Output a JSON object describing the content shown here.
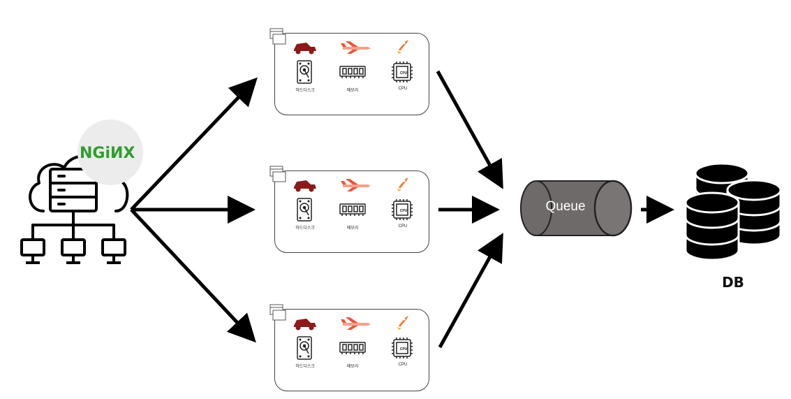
{
  "load_balancer": {
    "logo_text": "NGiИX"
  },
  "servers": [
    {
      "disk_label": "하드디스크",
      "memory_label": "메모리",
      "cpu_label": "CPU",
      "cpu_chip_text": "CPU"
    },
    {
      "disk_label": "하드디스크",
      "memory_label": "메모리",
      "cpu_label": "CPU",
      "cpu_chip_text": "CPU"
    },
    {
      "disk_label": "하드디스크",
      "memory_label": "메모리",
      "cpu_label": "CPU",
      "cpu_chip_text": "CPU"
    }
  ],
  "queue": {
    "label": "Queue",
    "color": "#6f6a6a"
  },
  "database": {
    "label": "DB"
  },
  "colors": {
    "nginx_green": "#2f9e2f",
    "car_red": "#8b1a1a",
    "plane_red": "#e8553a",
    "rocket_orange": "#f07a3a"
  }
}
